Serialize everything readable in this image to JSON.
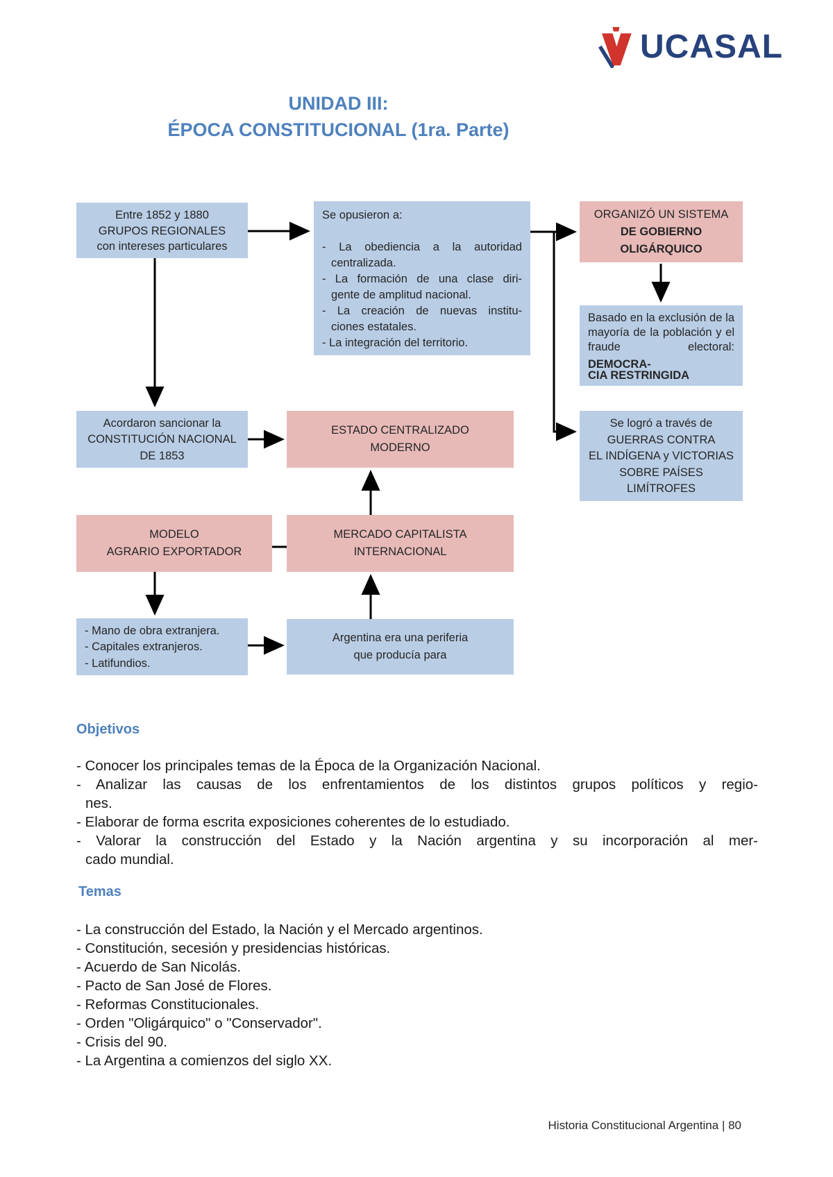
{
  "colors": {
    "blue_box": "#b9cde5",
    "pink_box": "#e7bab8",
    "accent_blue": "#4e81bd",
    "logo_navy": "#27427c",
    "logo_red": "#d0342c"
  },
  "logo": {
    "text": "UCASAL"
  },
  "title": {
    "line1": "UNIDAD III:",
    "line2": "ÉPOCA CONSTITUCIONAL (1ra. Parte)"
  },
  "diagram": {
    "box_grupos": {
      "lines": [
        {
          "text": "Entre 1852 y 1880"
        },
        {
          "text": "GRUPOS REGIONALES"
        },
        {
          "text": "con intereses particulares"
        }
      ]
    },
    "box_opusieron": {
      "lines": [
        {
          "text": "Se opusieron a:"
        },
        {
          "text": ""
        },
        {
          "text": "- La obediencia a la autoridad",
          "justify": true
        },
        {
          "text": "centralizada.",
          "indent": true
        },
        {
          "text": "- La formación de una clase diri-",
          "justify": true
        },
        {
          "text": "gente de amplitud nacional.",
          "indent": true
        },
        {
          "text": "- La creación de nuevas institu-",
          "justify": true
        },
        {
          "text": "ciones estatales.",
          "indent": true
        },
        {
          "text": "- La integración del territorio."
        }
      ]
    },
    "box_organizo": {
      "lines": [
        {
          "text": "ORGANIZÓ UN SISTEMA"
        },
        {
          "bold": "DE GOBIERNO"
        },
        {
          "bold": "OLIGÁRQUICO"
        }
      ]
    },
    "box_basado": {
      "lines": [
        {
          "text": "Basado en la exclusión de la",
          "justify": true
        },
        {
          "text": "mayoría de la población y el",
          "justify": true
        },
        {
          "pre": "fraude electoral: ",
          "bold": "DEMOCRA-",
          "justify": true
        },
        {
          "bold": "CIA RESTRINGIDA"
        }
      ]
    },
    "box_acordaron": {
      "lines": [
        {
          "text": "Acordaron sancionar la"
        },
        {
          "text": "CONSTITUCIÓN NACIONAL"
        },
        {
          "text": "DE 1853"
        }
      ]
    },
    "box_estado": {
      "lines": [
        {
          "text": "ESTADO CENTRALIZADO"
        },
        {
          "text": "MODERNO"
        }
      ]
    },
    "box_logro": {
      "lines": [
        {
          "text": "Se logró a través de"
        },
        {
          "text": "GUERRAS CONTRA"
        },
        {
          "text": "EL INDÍGENA y VICTORIAS"
        },
        {
          "text": "SOBRE PAÍSES"
        },
        {
          "text": "LIMÍTROFES"
        }
      ]
    },
    "box_modelo": {
      "lines": [
        {
          "text": "MODELO"
        },
        {
          "text": "AGRARIO EXPORTADOR"
        }
      ]
    },
    "box_mercado": {
      "lines": [
        {
          "text": "MERCADO CAPITALISTA"
        },
        {
          "text": "INTERNACIONAL"
        }
      ]
    },
    "box_mano": {
      "lines": [
        {
          "text": "- Mano de obra extranjera."
        },
        {
          "text": "- Capitales extranjeros."
        },
        {
          "text": "- Latifundios."
        }
      ]
    },
    "box_argentina": {
      "lines": [
        {
          "text": "Argentina era una periferia"
        },
        {
          "text": "que producía para"
        }
      ]
    }
  },
  "objetivos": {
    "heading": "Objetivos",
    "lines": [
      {
        "text": "- Conocer los principales temas de la Época de la Organización Nacional."
      },
      {
        "text": "- Analizar las causas de los enfrentamientos de los distintos grupos políticos y regio-",
        "justify": true
      },
      {
        "text": "nes.",
        "indent": true
      },
      {
        "text": "- Elaborar de forma escrita exposiciones coherentes de lo estudiado."
      },
      {
        "text": "- Valorar la construcción del Estado y la Nación argentina y su incorporación al mer-",
        "justify": true
      },
      {
        "text": "cado mundial.",
        "indent": true
      }
    ]
  },
  "temas": {
    "heading": "Temas",
    "lines": [
      {
        "text": "- La construcción del Estado, la Nación y el Mercado argentinos."
      },
      {
        "text": "- Constitución, secesión y presidencias históricas."
      },
      {
        "text": "- Acuerdo de San Nicolás."
      },
      {
        "text": "- Pacto de San José de Flores."
      },
      {
        "text": "- Reformas Constitucionales."
      },
      {
        "text": "- Orden \"Oligárquico\" o \"Conservador\"."
      },
      {
        "text": "- Crisis del 90."
      },
      {
        "text": "- La Argentina a comienzos del siglo XX."
      }
    ]
  },
  "page": {
    "footer": "Historia Constitucional Argentina  |  80"
  }
}
